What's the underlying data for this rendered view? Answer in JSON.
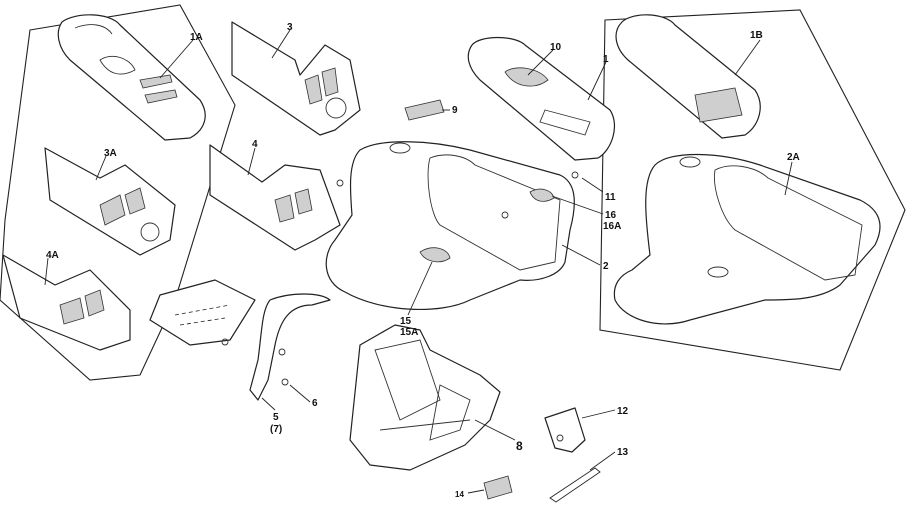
{
  "diagram": {
    "callouts": [
      {
        "id": "1A",
        "text": "1A"
      },
      {
        "id": "3",
        "text": "3"
      },
      {
        "id": "10",
        "text": "10"
      },
      {
        "id": "1",
        "text": "1"
      },
      {
        "id": "1B",
        "text": "1B"
      },
      {
        "id": "9",
        "text": "9"
      },
      {
        "id": "3A",
        "text": "3A"
      },
      {
        "id": "4",
        "text": "4"
      },
      {
        "id": "2A",
        "text": "2A"
      },
      {
        "id": "11",
        "text": "11"
      },
      {
        "id": "16",
        "text": "16"
      },
      {
        "id": "16A",
        "text": "16A"
      },
      {
        "id": "2",
        "text": "2"
      },
      {
        "id": "4A",
        "text": "4A"
      },
      {
        "id": "15",
        "text": "15"
      },
      {
        "id": "15A",
        "text": "15A"
      },
      {
        "id": "6",
        "text": "6"
      },
      {
        "id": "5",
        "text": "5"
      },
      {
        "id": "7",
        "text": "(7)"
      },
      {
        "id": "12",
        "text": "12"
      },
      {
        "id": "8",
        "text": "8"
      },
      {
        "id": "13",
        "text": "13"
      },
      {
        "id": "14",
        "text": "14"
      }
    ]
  }
}
